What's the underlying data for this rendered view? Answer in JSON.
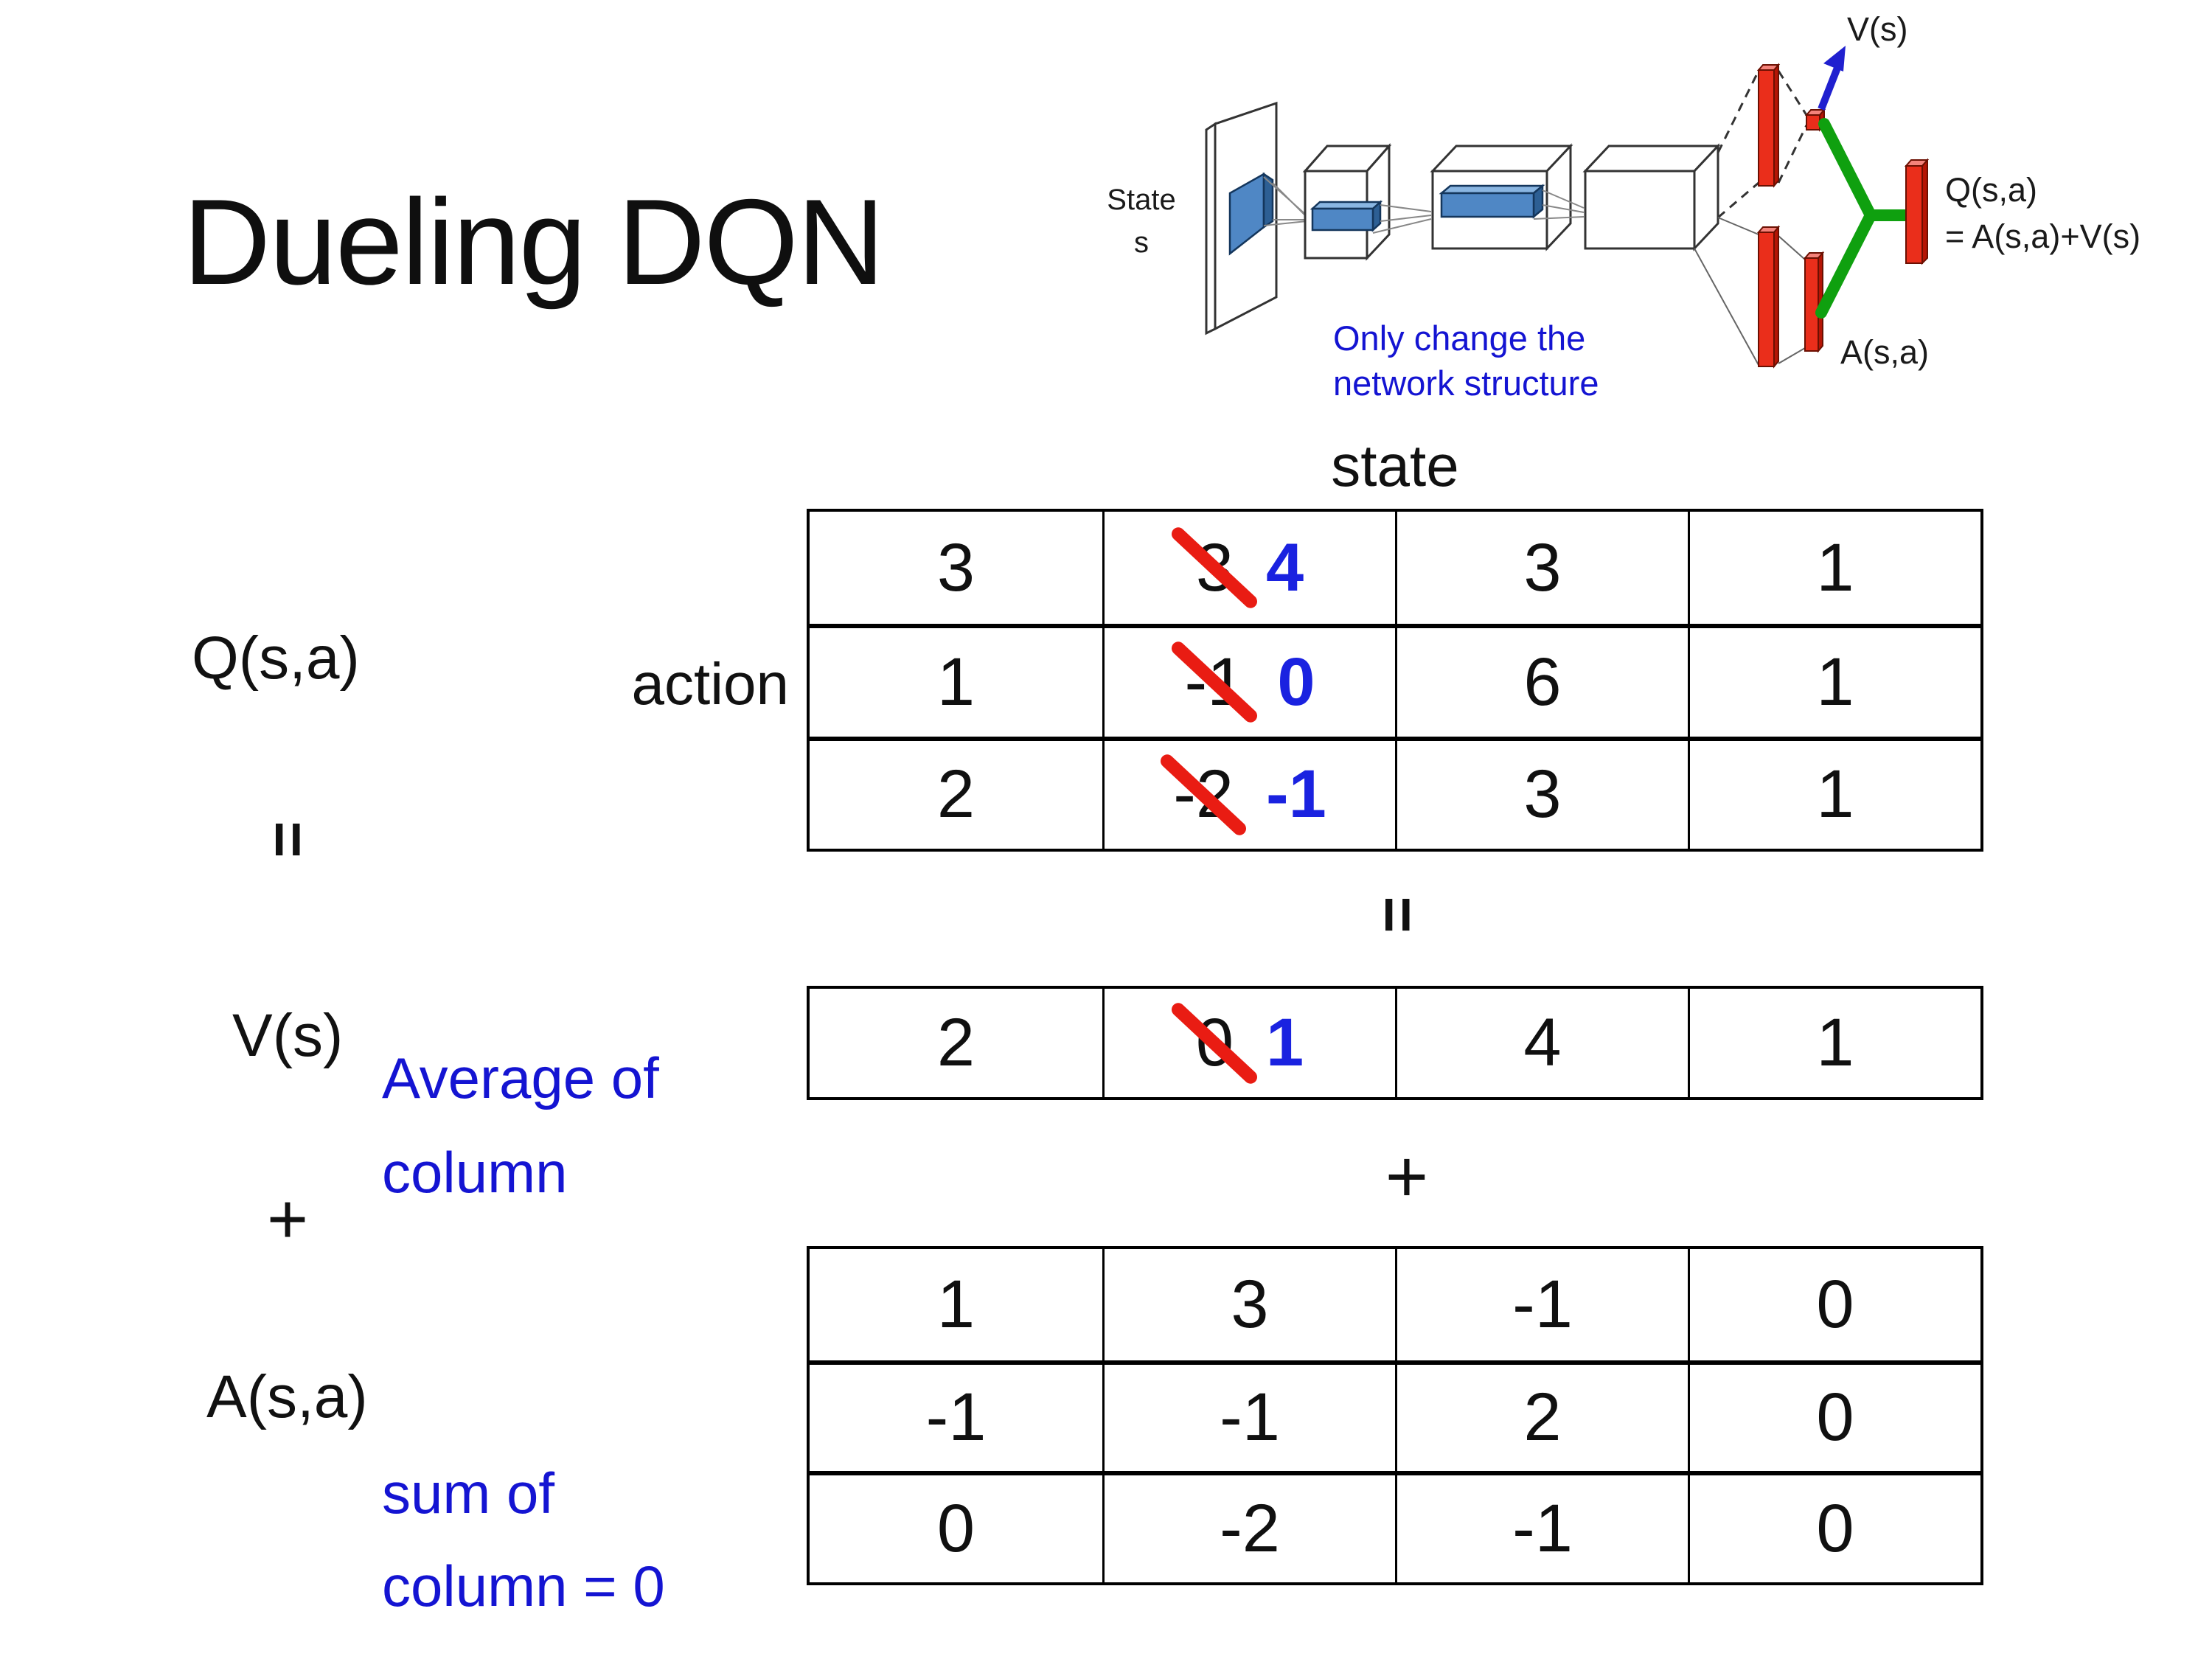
{
  "slide": {
    "title": "Dueling DQN"
  },
  "colors": {
    "blue_text": "#1414d2",
    "new_value_blue": "#1a22e0",
    "strike_red": "#e91c13",
    "bar_red": "#ea2e1b",
    "bar_red_dark": "#b51505",
    "bar_red_light": "#f4827a",
    "green": "#0fa00f",
    "slab_blue": "#4f87c5",
    "slab_blue_dark": "#2d5f94",
    "slab_blue_light": "#8ab6e2",
    "arrow_blue": "#2020cf"
  },
  "diagram": {
    "input_label_line1": "State",
    "input_label_line2": "s",
    "note_line1": "Only change the",
    "note_line2": "network structure",
    "v_out_label": "V(s)",
    "q_out_label_line1": "Q(s,a)",
    "q_out_label_line2": "= A(s,a)+V(s)",
    "a_out_label": "A(s,a)"
  },
  "equation": {
    "q_label": "Q(s,a)",
    "left_equals": "=",
    "v_label": "V(s)",
    "left_plus": "+",
    "a_label": "A(s,a)",
    "state_header": "state",
    "action_header": "action",
    "center_equals": "=",
    "center_plus": "+",
    "avg_note_line1": "Average of",
    "avg_note_line2": "column",
    "sum_note_line1": "sum of",
    "sum_note_line2": "column = 0"
  },
  "matrices": {
    "q": {
      "rows": [
        [
          {
            "v": "3"
          },
          {
            "old": "3",
            "new": "4"
          },
          {
            "v": "3"
          },
          {
            "v": "1"
          }
        ],
        [
          {
            "v": "1"
          },
          {
            "old": "-1",
            "new": "0"
          },
          {
            "v": "6"
          },
          {
            "v": "1"
          }
        ],
        [
          {
            "v": "2"
          },
          {
            "old": "-2",
            "new": "-1"
          },
          {
            "v": "3"
          },
          {
            "v": "1"
          }
        ]
      ]
    },
    "v": {
      "rows": [
        [
          {
            "v": "2"
          },
          {
            "old": "0",
            "new": "1"
          },
          {
            "v": "4"
          },
          {
            "v": "1"
          }
        ]
      ]
    },
    "a": {
      "rows": [
        [
          {
            "v": "1"
          },
          {
            "v": "3"
          },
          {
            "v": "-1"
          },
          {
            "v": "0"
          }
        ],
        [
          {
            "v": "-1"
          },
          {
            "v": "-1"
          },
          {
            "v": "2"
          },
          {
            "v": "0"
          }
        ],
        [
          {
            "v": "0"
          },
          {
            "v": "-2"
          },
          {
            "v": "-1"
          },
          {
            "v": "0"
          }
        ]
      ]
    }
  }
}
